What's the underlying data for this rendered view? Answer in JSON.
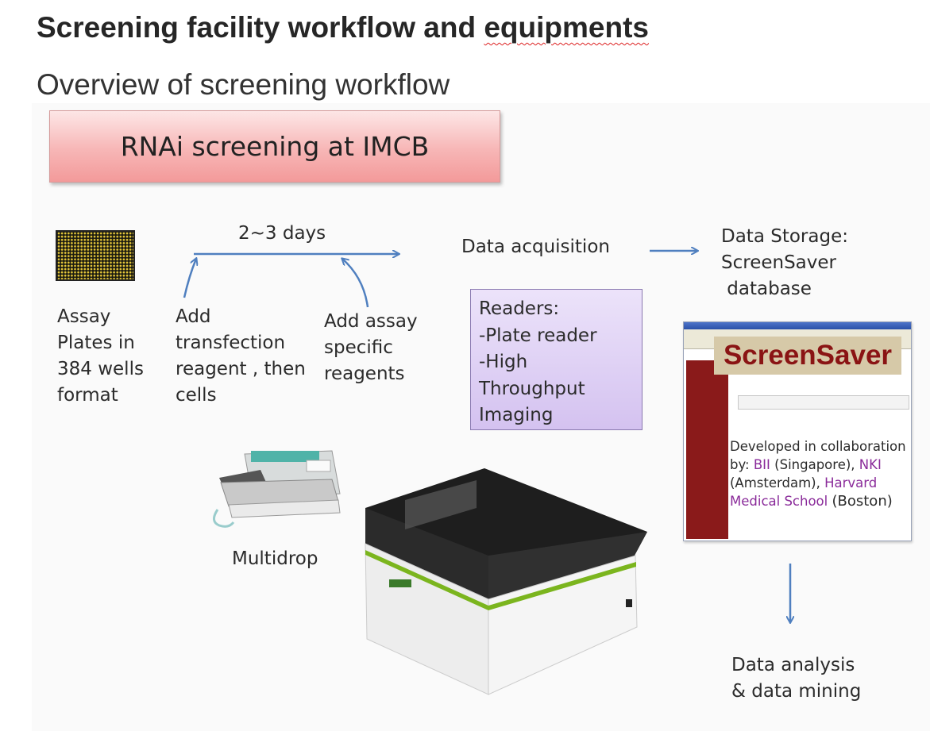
{
  "header": {
    "title_prefix": "Screening facility workflow and ",
    "title_misspelled": "equipments",
    "subtitle": "Overview of screening workflow"
  },
  "diagram": {
    "banner": "RNAi screening at IMCB",
    "timeline_label": "2~3 days",
    "assay_plates": "Assay\nPlates in\n384 wells\nformat",
    "add_transfection": "Add\ntransfection\nreagent , then\ncells",
    "add_assay": "Add assay\nspecific\nreagents",
    "data_acquisition": "Data acquisition",
    "readers": "Readers:\n-Plate reader\n-High\nThroughput\nImaging",
    "data_storage": "Data Storage:\nScreenSaver\n database",
    "multidrop": "Multidrop",
    "screensaver_logo": "ScreenSaver",
    "developed_prefix": "Developed in collaboration by:",
    "org_bii": "BII",
    "loc_singapore": "(Singapore),",
    "org_nki": "NKI",
    "loc_amsterdam": "(Amsterdam),",
    "org_harvard": "Harvard Medical School",
    "loc_boston": "(Boston)",
    "data_analysis": "Data analysis\n& data mining"
  },
  "colors": {
    "arrow": "#4f7fbf",
    "banner_fill": "#f7b6b6",
    "readers_fill": "#ddd0f3",
    "link_purple": "#8a2b9a",
    "screensaver_red": "#8a1414",
    "instrument_green": "#7bb51e"
  }
}
